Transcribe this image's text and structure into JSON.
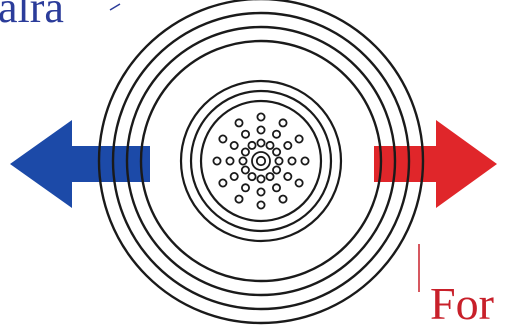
{
  "labels": {
    "top_left": "alra",
    "bottom_right": "For"
  },
  "colors": {
    "background": "#ffffff",
    "ring_stroke": "#1a1a1a",
    "left_arrow": "#1c4aa8",
    "right_arrow": "#e0262a",
    "top_label": "#2b3c9a",
    "bottom_label": "#c8202a"
  },
  "arrows": {
    "left": {
      "direction": "left",
      "icon": "arrow-left-icon"
    },
    "right": {
      "direction": "right",
      "icon": "arrow-right-icon"
    }
  },
  "pattern": {
    "spokes": 12,
    "dots_per_spoke": 3
  }
}
